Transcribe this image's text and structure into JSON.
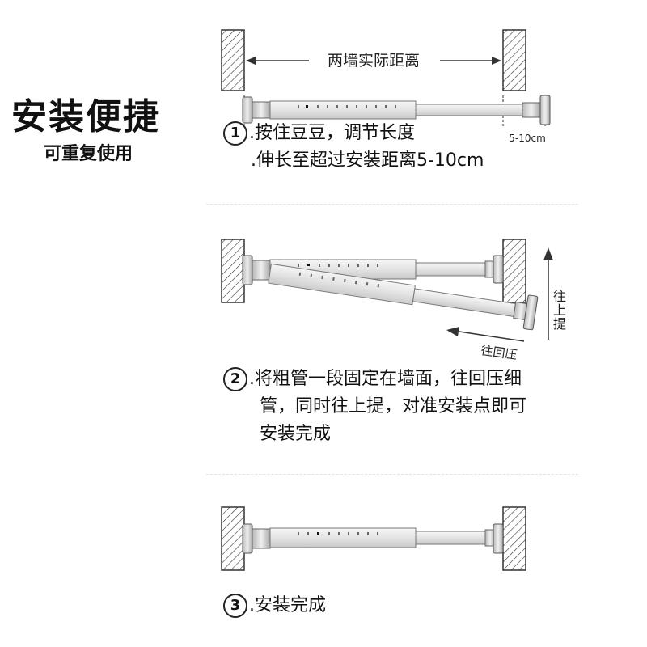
{
  "heading": {
    "title": "安装便捷",
    "subtitle": "可重复使用"
  },
  "diagram1": {
    "distance_label": "两墙实际距离",
    "extra_label": "5-10cm"
  },
  "step1": {
    "number": "1",
    "line1": ".按住豆豆，调节长度",
    "line2": ".伸长至超过安装距离5-10cm"
  },
  "diagram2": {
    "up_label_1": "往",
    "up_label_2": "上",
    "up_label_3": "提",
    "press_label": "往回压"
  },
  "step2": {
    "number": "2",
    "line1": ".将粗管一段固定在墙面，往回压细",
    "line2": "管，同时往上提，对准安装点即可",
    "line3": "安装完成"
  },
  "step3": {
    "number": "3",
    "text": ".安装完成"
  },
  "icons": [
    "wall-hatch-icon",
    "tension-rod-icon",
    "arrow-icon"
  ]
}
